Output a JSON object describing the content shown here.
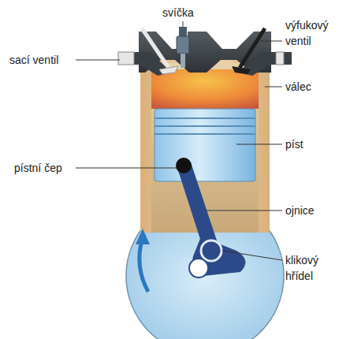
{
  "diagram": {
    "labels": [
      "svíčka",
      "sací ventil",
      "výfukový ventil",
      "válec",
      "píst",
      "pístní čep",
      "ojnice",
      "klikový hřídel"
    ]
  }
}
